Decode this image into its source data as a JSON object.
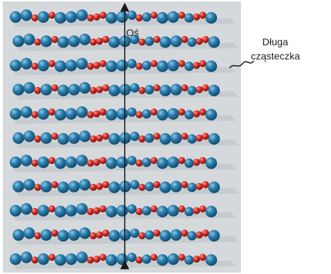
{
  "labels": {
    "axis": "Oś",
    "molecule_line1": "Długa",
    "molecule_line2": "cząsteczka"
  },
  "panel": {
    "background": "#d6d9dc",
    "shadow": "#c3c9cd"
  },
  "atoms": {
    "blue": "#2b7fae",
    "blue_dark": "#14506f",
    "red": "#d6302a",
    "red_dark": "#8e1510"
  },
  "chain": {
    "count": 11,
    "pattern": "BBrBrBBBrrrBBBrBrBBrBrrB",
    "sizes": "LLsLsLLLsssLLMsMsLLsMssL"
  },
  "arrow_color": "#1b1b1b"
}
